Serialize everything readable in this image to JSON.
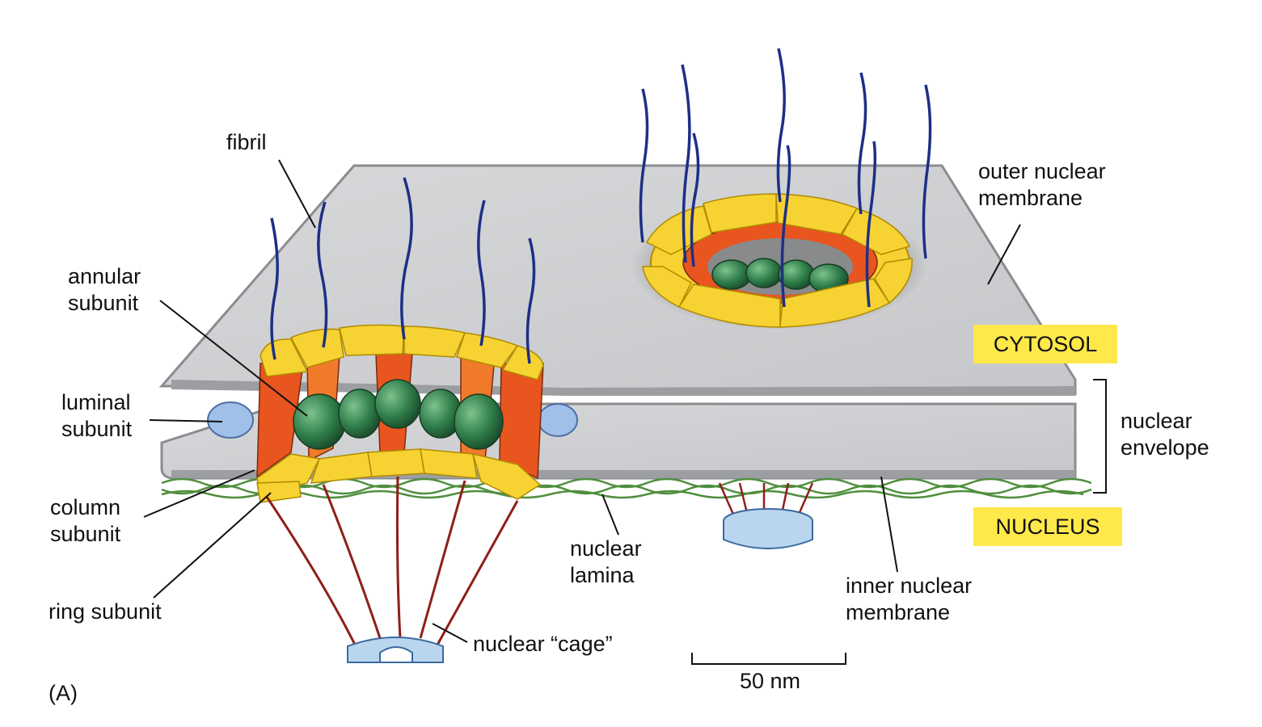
{
  "labels": {
    "fibril": "fibril",
    "outer_membrane": "outer nuclear\nmembrane",
    "annular": "annular\nsubunit",
    "luminal": "luminal\nsubunit",
    "column": "column\nsubunit",
    "ring": "ring subunit",
    "lamina": "nuclear\nlamina",
    "cage": "nuclear “cage”",
    "inner_membrane": "inner nuclear\nmembrane",
    "envelope": "nuclear\nenvelope",
    "cytosol": "CYTOSOL",
    "nucleus": "NUCLEUS",
    "scale": "50 nm",
    "panel": "(A)"
  },
  "colors": {
    "membrane": "#cfd0d2",
    "membrane_edge": "#8a8c90",
    "annular": "#f7d233",
    "column": "#e8551f",
    "central": "#2f7d4a",
    "fibril": "#1e2f86",
    "cage": "#8e1f1a",
    "luminal": "#9fc0e8",
    "lamina": "#4f8f3e",
    "label_box": "#ffe84a"
  }
}
